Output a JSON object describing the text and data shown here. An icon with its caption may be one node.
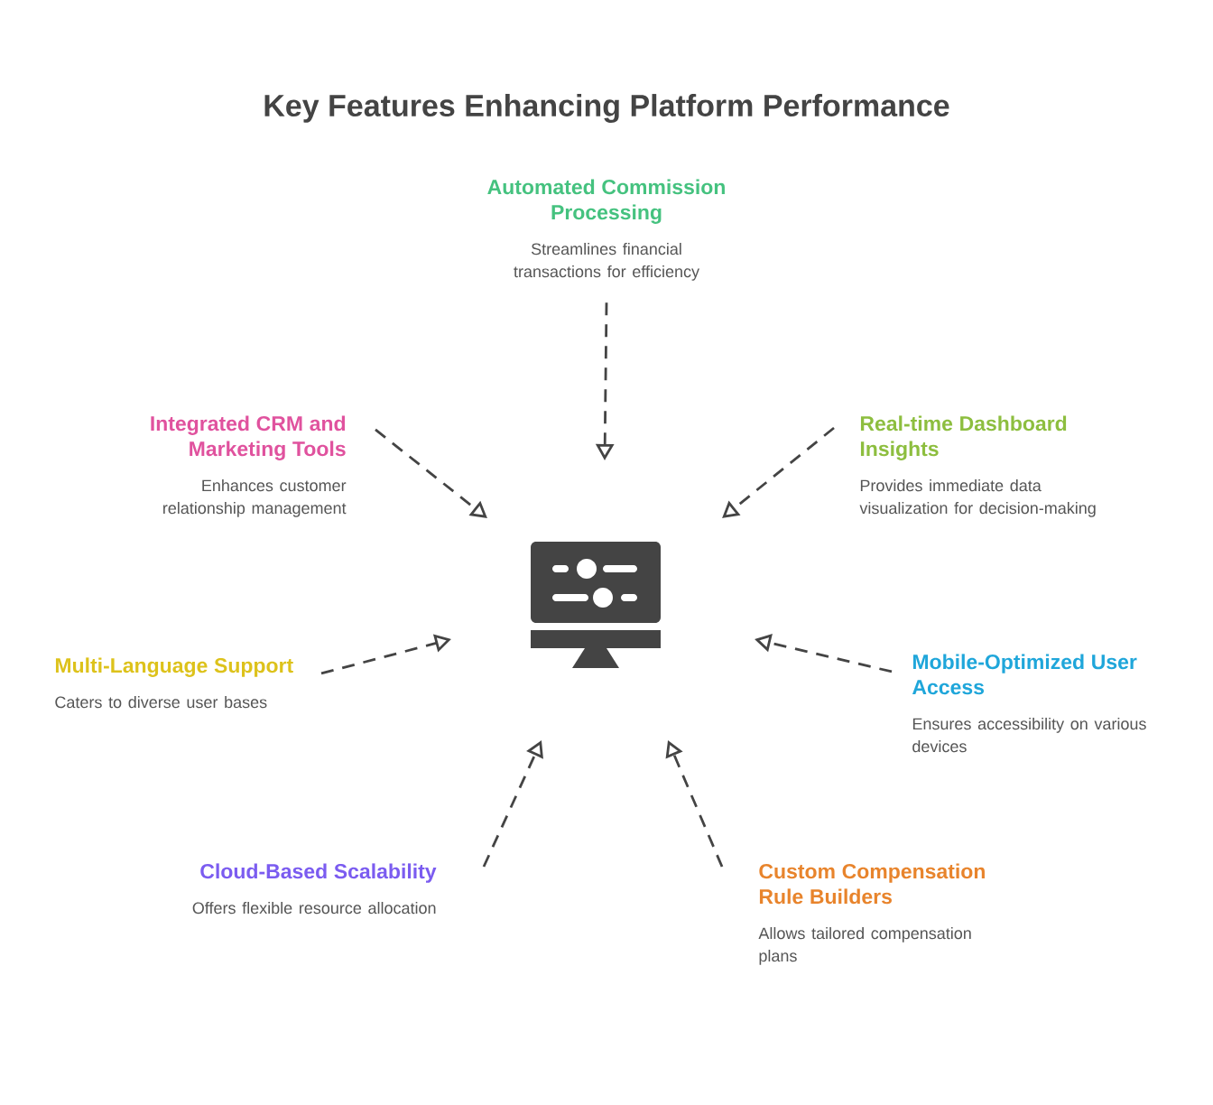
{
  "diagram": {
    "title": "Key Features Enhancing Platform Performance",
    "nodes": [
      {
        "text": [
          "Automated Commission Processing",
          "Streamlines financial transactions for efficiency"
        ]
      },
      {
        "text": [
          "Integrated CRM and Marketing Tools",
          "Enhances customer relationship management"
        ]
      },
      {
        "text": [
          "Real-time Dashboard Insights",
          "Provides immediate data visualization for decision-making"
        ]
      },
      {
        "text": [],
        "shape": "picture"
      },
      {
        "text": [
          "Multi-Language Support",
          "Caters to diverse user bases"
        ]
      },
      {
        "text": [
          "Mobile-Optimized User Access",
          "Ensures accessibility on various devices"
        ]
      },
      {
        "text": [
          "Cloud-Based Scalability",
          "Offers flexible resource allocation"
        ]
      },
      {
        "text": [
          "Custom Compensation Rule Builders",
          "Allows tailored compensation plans"
        ]
      }
    ],
    "edges": [
      {
        "from": 0,
        "to": 3,
        "arrow": "to",
        "style": "dashed"
      },
      {
        "from": 1,
        "to": 3,
        "arrow": "to",
        "style": "dashed"
      },
      {
        "from": 2,
        "to": 3,
        "arrow": "to",
        "style": "dashed"
      },
      {
        "from": 4,
        "to": 3,
        "arrow": "to",
        "style": "dashed"
      },
      {
        "from": 5,
        "to": 3,
        "arrow": "to",
        "style": "dashed"
      },
      {
        "from": 6,
        "to": 3,
        "arrow": "to",
        "style": "dashed"
      },
      {
        "from": 7,
        "to": 3,
        "arrow": "to",
        "style": "dashed"
      }
    ]
  }
}
